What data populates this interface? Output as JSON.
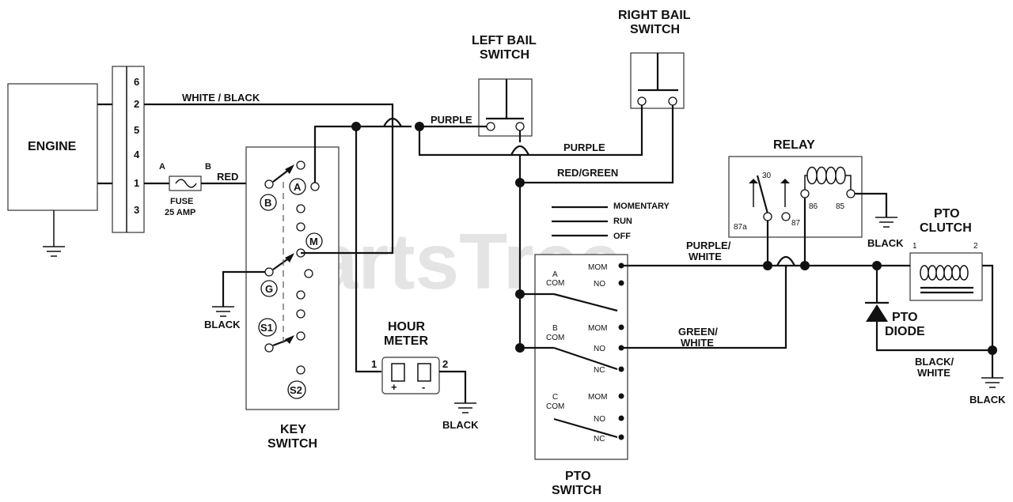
{
  "watermark": "PartsTree",
  "components": {
    "engine": "ENGINE",
    "fuse": {
      "label": "FUSE",
      "rating": "25 AMP",
      "term_a": "A",
      "term_b": "B"
    },
    "key_switch": {
      "line1": "KEY",
      "line2": "SWITCH",
      "terminals": [
        "A",
        "B",
        "M",
        "G",
        "S1",
        "S2"
      ]
    },
    "hour_meter": {
      "line1": "HOUR",
      "line2": "METER",
      "pin1": "1",
      "pin2": "2",
      "plus": "+",
      "minus": "-"
    },
    "left_bail": {
      "line1": "LEFT BAIL",
      "line2": "SWITCH"
    },
    "right_bail": {
      "line1": "RIGHT BAIL",
      "line2": "SWITCH"
    },
    "relay": {
      "title": "RELAY",
      "pins": [
        "30",
        "87a",
        "87",
        "86",
        "85"
      ]
    },
    "pto_clutch": {
      "line1": "PTO",
      "line2": "CLUTCH",
      "pin1": "1",
      "pin2": "2"
    },
    "pto_diode": {
      "line1": "PTO",
      "line2": "DIODE"
    },
    "pto_switch": {
      "line1": "PTO",
      "line2": "SWITCH",
      "positions": [
        "MOMENTARY",
        "RUN",
        "OFF"
      ],
      "a_com": [
        "A",
        "COM"
      ],
      "b_com": [
        "B",
        "COM"
      ],
      "c_com": [
        "C",
        "COM"
      ],
      "contacts": [
        "MOM",
        "NO",
        "MOM",
        "NO",
        "NC",
        "MOM",
        "NO",
        "NC"
      ]
    }
  },
  "connector_pins": [
    "6",
    "2",
    "5",
    "4",
    "1",
    "3"
  ],
  "wires": {
    "white_black": "WHITE / BLACK",
    "red": "RED",
    "purple_top": "PURPLE",
    "purple_mid": "PURPLE",
    "red_green": "RED/GREEN",
    "purple_white": [
      "PURPLE/",
      "WHITE"
    ],
    "green_white": [
      "GREEN/",
      "WHITE"
    ],
    "black_white": [
      "BLACK/",
      "WHITE"
    ]
  },
  "grounds": {
    "key": "BLACK",
    "meter": "BLACK",
    "relay": "BLACK",
    "clutch": "BLACK"
  }
}
